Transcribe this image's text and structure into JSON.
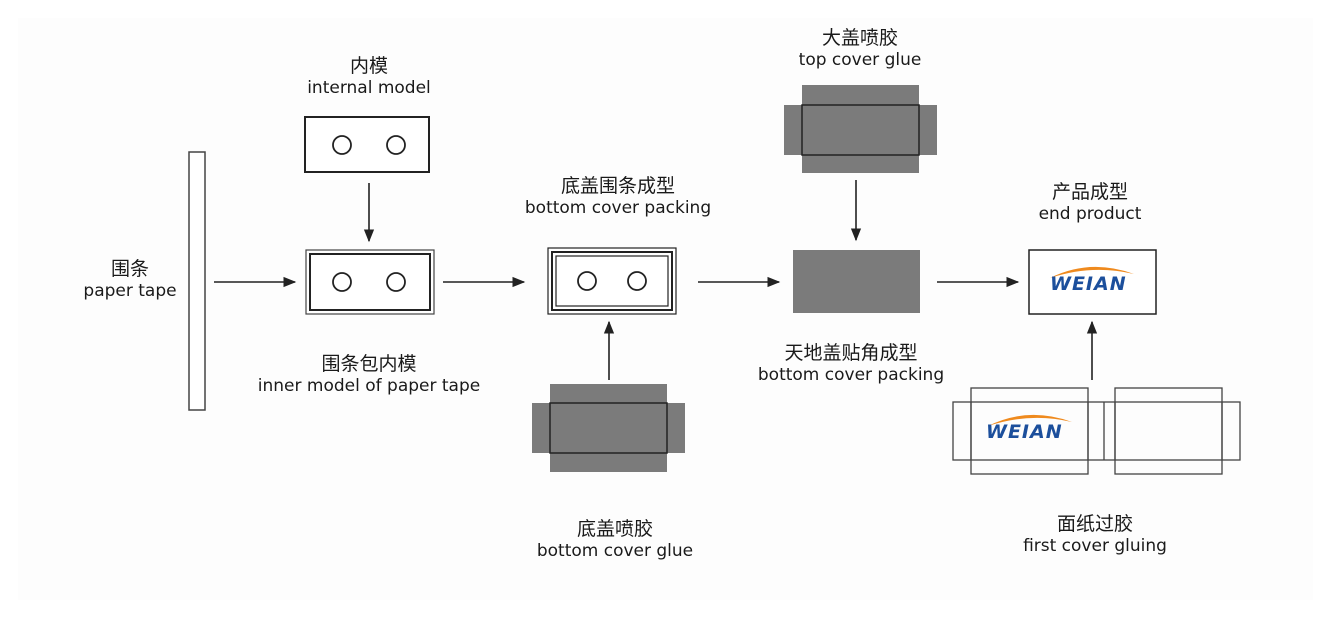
{
  "colors": {
    "gray": "#7b7b7b",
    "line": "#222222",
    "brand_blue": "#1c4f9c",
    "brand_orange": "#ef8a1e"
  },
  "labels": {
    "paper_tape": {
      "zh": "围条",
      "en": "paper tape"
    },
    "internal_model": {
      "zh": "内模",
      "en": "internal model"
    },
    "inner_model_of_paper_tape": {
      "zh": "围条包内模",
      "en": "inner model of paper tape"
    },
    "bottom_cover_forming": {
      "zh": "底盖围条成型",
      "en": "bottom cover packing"
    },
    "bottom_cover_glue": {
      "zh": "底盖喷胶",
      "en": "bottom cover glue"
    },
    "top_cover_glue": {
      "zh": "大盖喷胶",
      "en": "top cover glue"
    },
    "lid_base_corner_forming": {
      "zh": "天地盖贴角成型",
      "en": "bottom cover packing"
    },
    "end_product": {
      "zh": "产品成型",
      "en": "end product"
    },
    "first_cover_gluing": {
      "zh": "面纸过胶",
      "en": "first cover gluing"
    }
  },
  "logo": {
    "text": "WEIAN",
    "icon": "swoosh-logo-icon"
  }
}
